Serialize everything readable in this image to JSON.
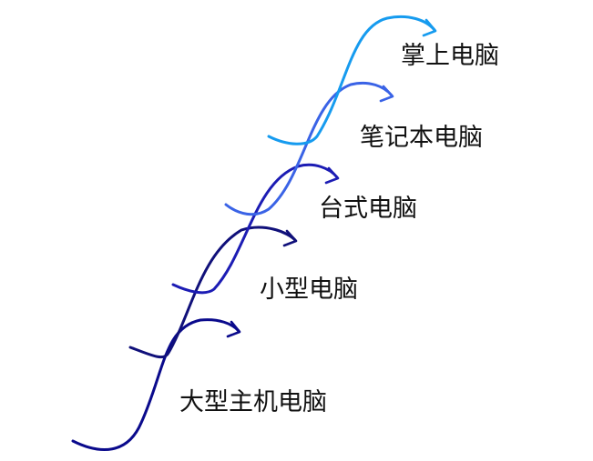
{
  "stages": [
    {
      "label": "大型主机电脑",
      "color": "#0A0A8C"
    },
    {
      "label": "小型电脑",
      "color": "#10107A"
    },
    {
      "label": "台式电脑",
      "color": "#1C1CB4"
    },
    {
      "label": "笔记本电脑",
      "color": "#3A63E6"
    },
    {
      "label": "掌上电脑",
      "color": "#169BEF"
    }
  ]
}
